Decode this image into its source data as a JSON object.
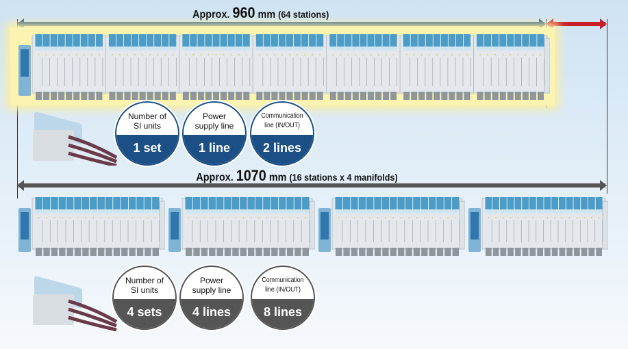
{
  "top": {
    "title_prefix": "Approx.",
    "title_value": "960",
    "title_unit": "mm",
    "title_suffix": "(64 stations)",
    "stations": 64,
    "circles": [
      {
        "label": "Number of SI units",
        "value": "1 set"
      },
      {
        "label": "Power supply line",
        "value": "1 line"
      },
      {
        "label": "Communication line (IN/OUT)",
        "value": "2 lines"
      }
    ]
  },
  "bottom": {
    "title_prefix": "Approx.",
    "title_value": "1070",
    "title_unit": "mm",
    "title_suffix": "(16 stations x 4 manifolds)",
    "manifolds": 4,
    "stations_per_manifold": 16,
    "circles": [
      {
        "label": "Number of SI units",
        "value": "4 sets"
      },
      {
        "label": "Power supply line",
        "value": "4 lines"
      },
      {
        "label": "Communication line (IN/OUT)",
        "value": "8 lines"
      }
    ]
  },
  "colors": {
    "blue": "#1b4f86",
    "red": "#c8202a",
    "gray": "#555555",
    "valve": "#4b9dc7",
    "highlight": "#fbf3b0"
  }
}
